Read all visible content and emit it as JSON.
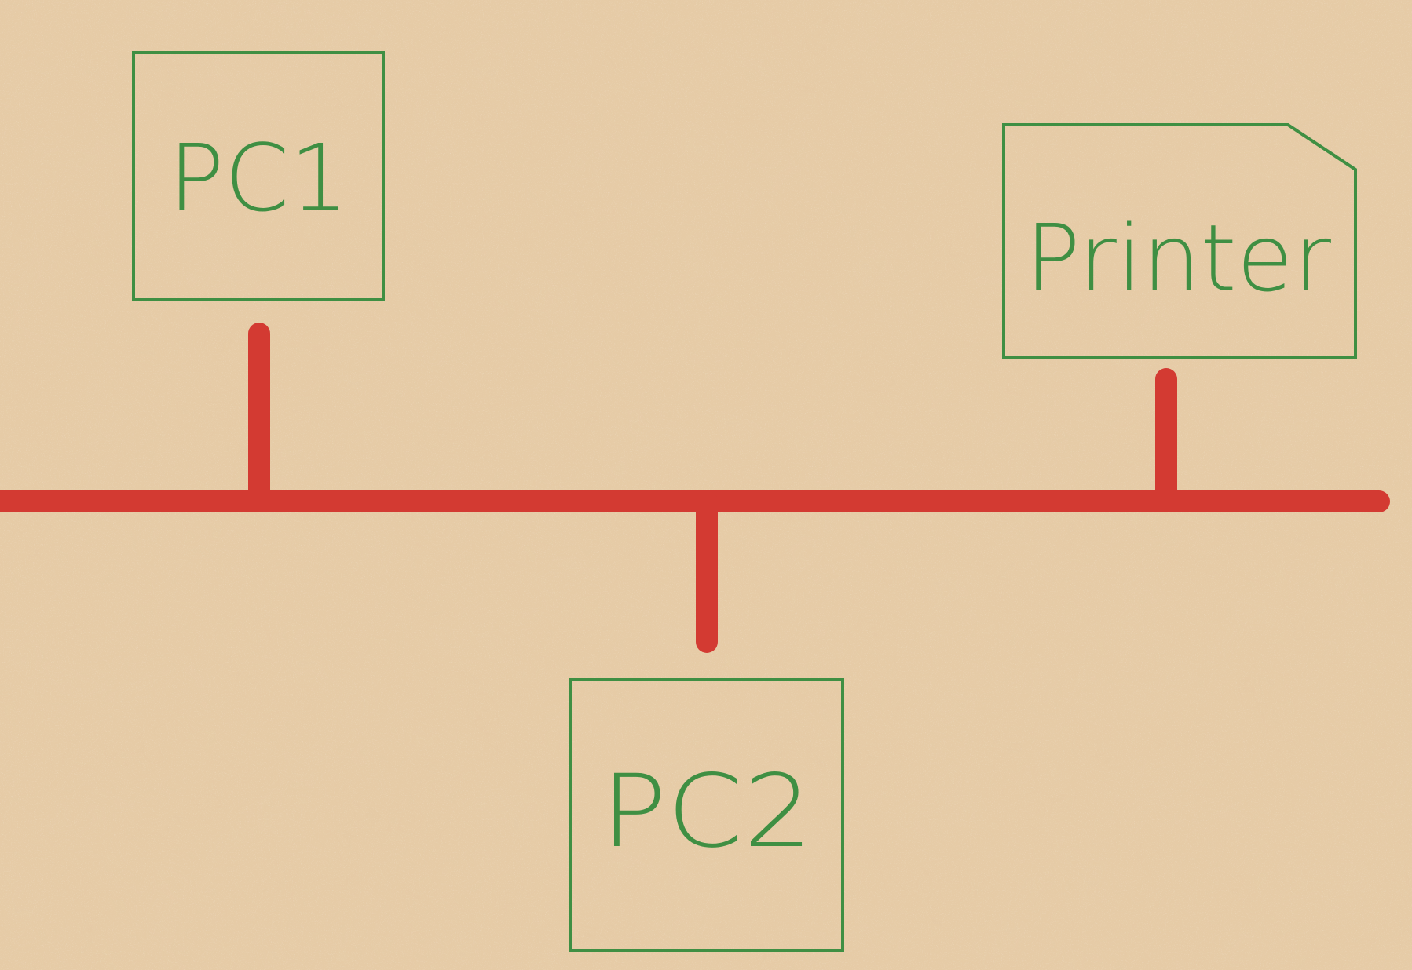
{
  "diagram": {
    "colors": {
      "background": "#e6cba6",
      "node_outline": "#3f8f43",
      "node_text": "#3f8f43",
      "bus_line": "#d33a32"
    },
    "nodes": [
      {
        "id": "pc1",
        "label": "PC1"
      },
      {
        "id": "pc2",
        "label": "PC2"
      },
      {
        "id": "printer",
        "label": "Printer"
      }
    ]
  }
}
